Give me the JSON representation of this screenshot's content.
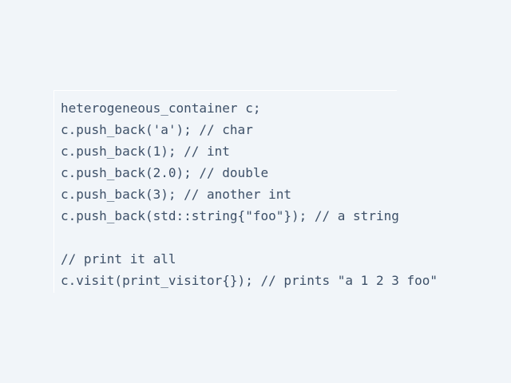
{
  "code": {
    "language": "cpp",
    "lines": [
      "heterogeneous_container c;",
      "c.push_back('a'); // char",
      "c.push_back(1); // int",
      "c.push_back(2.0); // double",
      "c.push_back(3); // another int",
      "c.push_back(std::string{\"foo\"}); // a string",
      "",
      "// print it all",
      "c.visit(print_visitor{}); // prints \"a 1 2 3 foo\""
    ]
  },
  "colors": {
    "background": "#f1f5f9",
    "text": "#3d5068"
  }
}
